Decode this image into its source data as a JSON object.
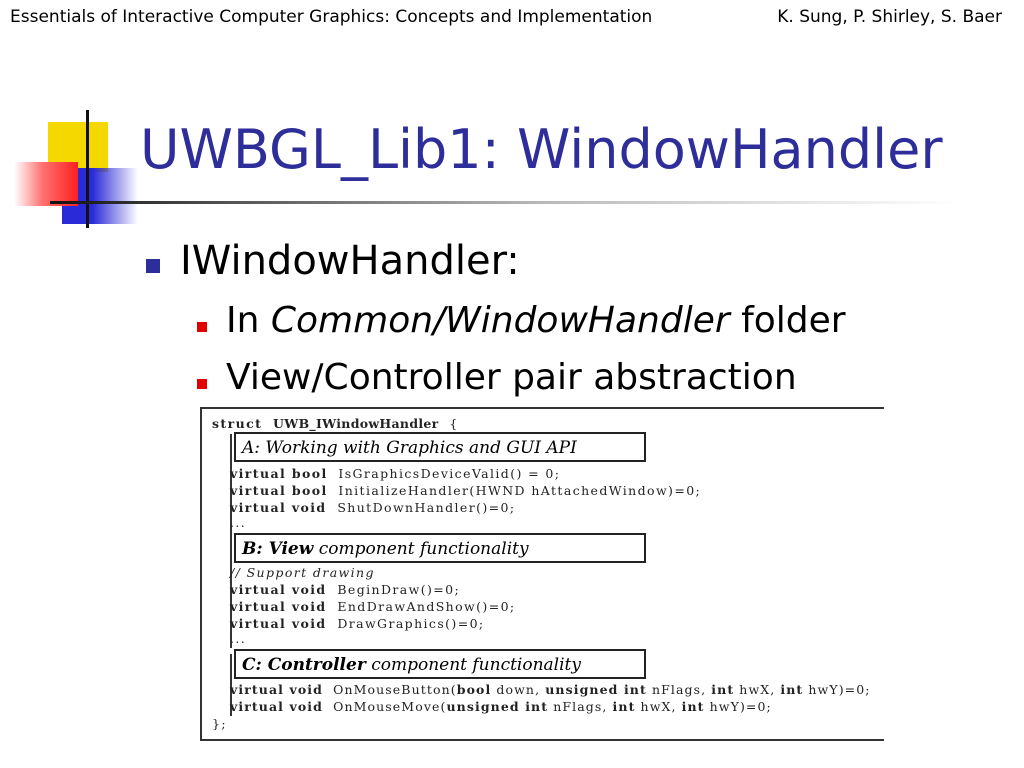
{
  "header": {
    "left": "Essentials of Interactive Computer Graphics: Concepts and Implementation",
    "right": "K. Sung, P. Shirley, S. Baer"
  },
  "title": "UWBGL_Lib1: WindowHandler",
  "bullets": {
    "l1": "IWindowHandler:",
    "l2_1": {
      "prefix": "In ",
      "italic": "Common/WindowHandler",
      "suffix": " folder"
    },
    "l2_2": "View/Controller pair abstraction"
  },
  "code": {
    "struct_kw": "struct",
    "struct_name": "UWB_IWindowHandler",
    "struct_open": "{",
    "sectionA": {
      "label": "A: Working with Graphics and GUI API"
    },
    "linesA": [
      {
        "kw": "virtual bool",
        "rest": "IsGraphicsDeviceValid() = 0;"
      },
      {
        "kw": "virtual bool",
        "rest": "InitializeHandler(HWND hAttachedWindow)=0;"
      },
      {
        "kw": "virtual void",
        "rest": "ShutDownHandler()=0;"
      }
    ],
    "ellipsis": "...",
    "sectionB": {
      "bold": "B: View",
      "rest": " component functionality"
    },
    "commentB": "// Support drawing",
    "linesB": [
      {
        "kw": "virtual void",
        "rest": "BeginDraw()=0;"
      },
      {
        "kw": "virtual void",
        "rest": "EndDrawAndShow()=0;"
      },
      {
        "kw": "virtual void",
        "rest": "DrawGraphics()=0;"
      }
    ],
    "sectionC": {
      "bold": "C: Controller",
      "rest": " component functionality"
    },
    "linesC": [
      {
        "kw": "virtual void",
        "fn": "OnMouseButton(",
        "k1": "bool",
        "a1": " down,  ",
        "k2": "unsigned int",
        "a2": " nFlags,  ",
        "k3": "int",
        "a3": " hwX,  ",
        "k4": "int",
        "a4": " hwY)=0;"
      },
      {
        "kw": "virtual void",
        "fn": "OnMouseMove(",
        "k1": "unsigned int",
        "a1": " nFlags,  ",
        "k2": "int",
        "a2": " hwX,  ",
        "k3": "int",
        "a3": " hwY)=0;"
      }
    ],
    "struct_close": "};"
  },
  "colors": {
    "title": "#2e2e9a",
    "l1_bullet": "#2e2e9a",
    "l2_bullet": "#e00000",
    "logo_yellow": "#f5d800",
    "logo_red": "#ff2020",
    "logo_blue": "#2a2ad8"
  }
}
